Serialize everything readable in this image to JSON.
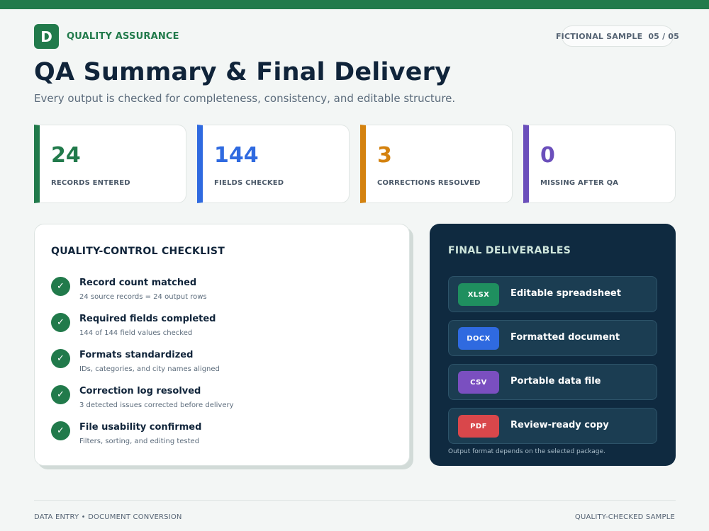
{
  "brand": {
    "badge": "D",
    "label": "QUALITY ASSURANCE"
  },
  "sample": {
    "label": "FICTIONAL SAMPLE",
    "page": "05 / 05"
  },
  "title": "QA Summary & Final Delivery",
  "subtitle": "Every output is checked for completeness, consistency, and editable structure.",
  "stats": [
    {
      "value": "24",
      "label": "RECORDS ENTERED",
      "color": "#217a4b"
    },
    {
      "value": "144",
      "label": "FIELDS CHECKED",
      "color": "#2f6ae0"
    },
    {
      "value": "3",
      "label": "CORRECTIONS RESOLVED",
      "color": "#d4820f"
    },
    {
      "value": "0",
      "label": "MISSING AFTER QA",
      "color": "#6b4fbb"
    }
  ],
  "checklist": {
    "title": "QUALITY-CONTROL CHECKLIST",
    "check_glyph": "✓",
    "items": [
      {
        "title": "Record count matched",
        "desc": "24 source records = 24 output rows"
      },
      {
        "title": "Required fields completed",
        "desc": "144 of 144 field values checked"
      },
      {
        "title": "Formats standardized",
        "desc": "IDs, categories, and city names aligned"
      },
      {
        "title": "Correction log resolved",
        "desc": "3 detected issues corrected before delivery"
      },
      {
        "title": "File usability confirmed",
        "desc": "Filters, sorting, and editing tested"
      }
    ]
  },
  "deliverables": {
    "title": "FINAL DELIVERABLES",
    "items": [
      {
        "format": "XLSX",
        "label": "Editable spreadsheet",
        "color": "#1f8f5f"
      },
      {
        "format": "DOCX",
        "label": "Formatted document",
        "color": "#2f6ae0"
      },
      {
        "format": "CSV",
        "label": "Portable data file",
        "color": "#7a4fc0"
      },
      {
        "format": "PDF",
        "label": "Review-ready copy",
        "color": "#d9474b"
      }
    ],
    "note": "Output format depends on the selected package."
  },
  "footer": {
    "left": "DATA ENTRY • DOCUMENT CONVERSION",
    "right": "QUALITY-CHECKED SAMPLE"
  }
}
